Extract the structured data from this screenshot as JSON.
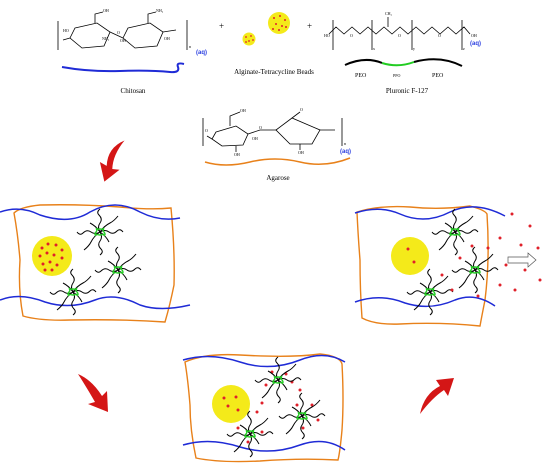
{
  "colors": {
    "chitosan": "#1f2bd6",
    "agarose": "#e8811a",
    "peo": "#000000",
    "ppo": "#22cc22",
    "bead_fill": "#f4ea1a",
    "drug": "#e0202a",
    "arrow": "#d41616",
    "aq_text": "#2a3ee0"
  },
  "reagents": {
    "chitosan": {
      "name": "Chitosan",
      "aq": "(aq)",
      "subscript": "n"
    },
    "beads": {
      "name": "Alginate-Tetracycline Beads"
    },
    "pluronic": {
      "name": "Pluronic F-127",
      "aq": "(aq)",
      "peo_left": "PEO",
      "ppo": "PPO",
      "peo_right": "PEO",
      "sub_x": "x",
      "sub_y": "y",
      "sub_z": "z"
    },
    "agarose": {
      "name": "Agarose",
      "aq": "(aq)",
      "subscript": "n"
    },
    "plus_1": "+",
    "plus_2": "+"
  }
}
